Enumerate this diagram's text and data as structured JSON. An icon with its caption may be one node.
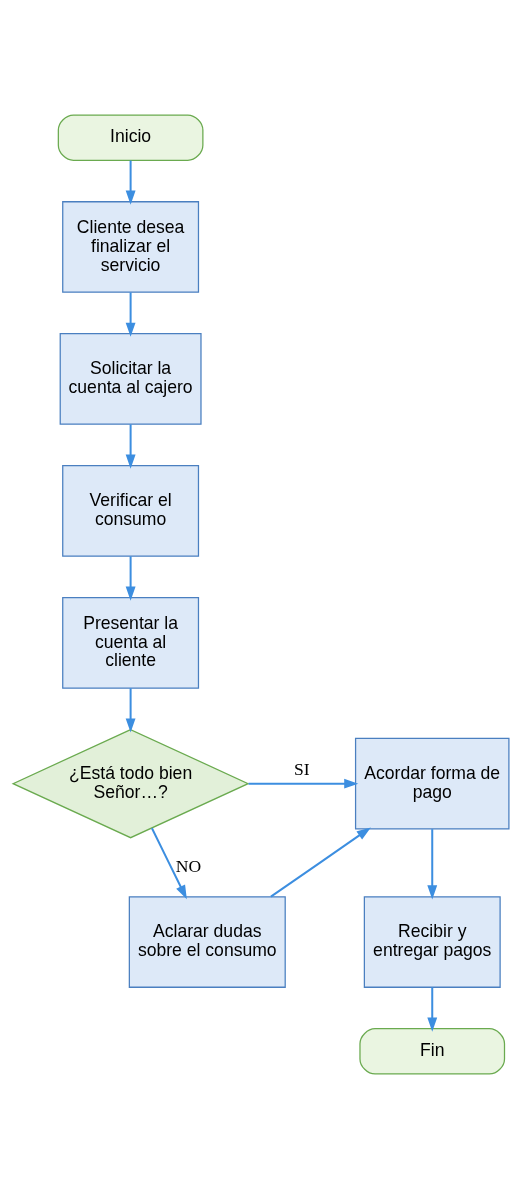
{
  "diagram": {
    "nodes": [
      {
        "text": [
          "Inicio"
        ]
      },
      {
        "text": [
          "Cliente desea finalizar el servicio"
        ]
      },
      {
        "text": [
          "Solicitar la cuenta al cajero"
        ]
      },
      {
        "text": [
          "Verificar el consumo"
        ]
      },
      {
        "text": [
          "Presentar la cuenta al cliente"
        ]
      },
      {
        "text": [
          "¿Está todo bien Señor…?"
        ]
      },
      {
        "text": [
          "Acordar forma de pago"
        ]
      },
      {
        "text": [
          "Aclarar dudas sobre el consumo"
        ]
      },
      {
        "text": [
          "Recibir y entregar pagos"
        ]
      },
      {
        "text": [
          "Fin"
        ]
      }
    ],
    "edges": [
      {
        "from": 0,
        "to": 1,
        "arrow": "to"
      },
      {
        "from": 1,
        "to": 2,
        "arrow": "to"
      },
      {
        "from": 2,
        "to": 3,
        "arrow": "to"
      },
      {
        "from": 3,
        "to": 4,
        "arrow": "to"
      },
      {
        "from": 4,
        "to": 5,
        "arrow": "to"
      },
      {
        "from": 5,
        "to": 6,
        "arrow": "to",
        "label": "SI"
      },
      {
        "from": 5,
        "to": 7,
        "arrow": "to",
        "label": "NO"
      },
      {
        "from": 7,
        "to": 6,
        "arrow": "to"
      },
      {
        "from": 6,
        "to": 8,
        "arrow": "to"
      },
      {
        "from": 8,
        "to": 9,
        "arrow": "to"
      }
    ]
  }
}
